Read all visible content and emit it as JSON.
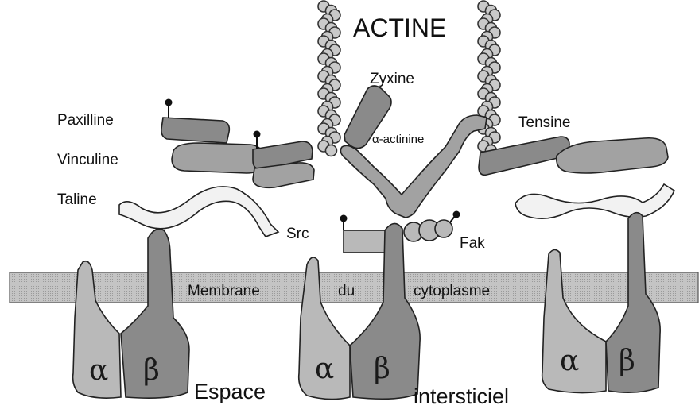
{
  "title": "ACTINE",
  "labels": {
    "paxilline": "Paxilline",
    "vinculine": "Vinculine",
    "taline": "Taline",
    "zyxine": "Zyxine",
    "alpha_actinine": "α-actinine",
    "tensine": "Tensine",
    "src": "Src",
    "fak": "Fak"
  },
  "membrane": {
    "word1": "Membrane",
    "word2": "du",
    "word3": "cytoplasme"
  },
  "subunits": {
    "alpha": "α",
    "beta": "β"
  },
  "space": {
    "word1": "Espace",
    "word2": "intersticiel"
  },
  "colors": {
    "membrane": "#c4c4c4",
    "actin": "#c9c9c9",
    "protein_dark": "#8a8a8a",
    "protein_mid": "#a2a2a2",
    "protein_light": "#b9b9b9",
    "taline": "#f2f2f2"
  }
}
